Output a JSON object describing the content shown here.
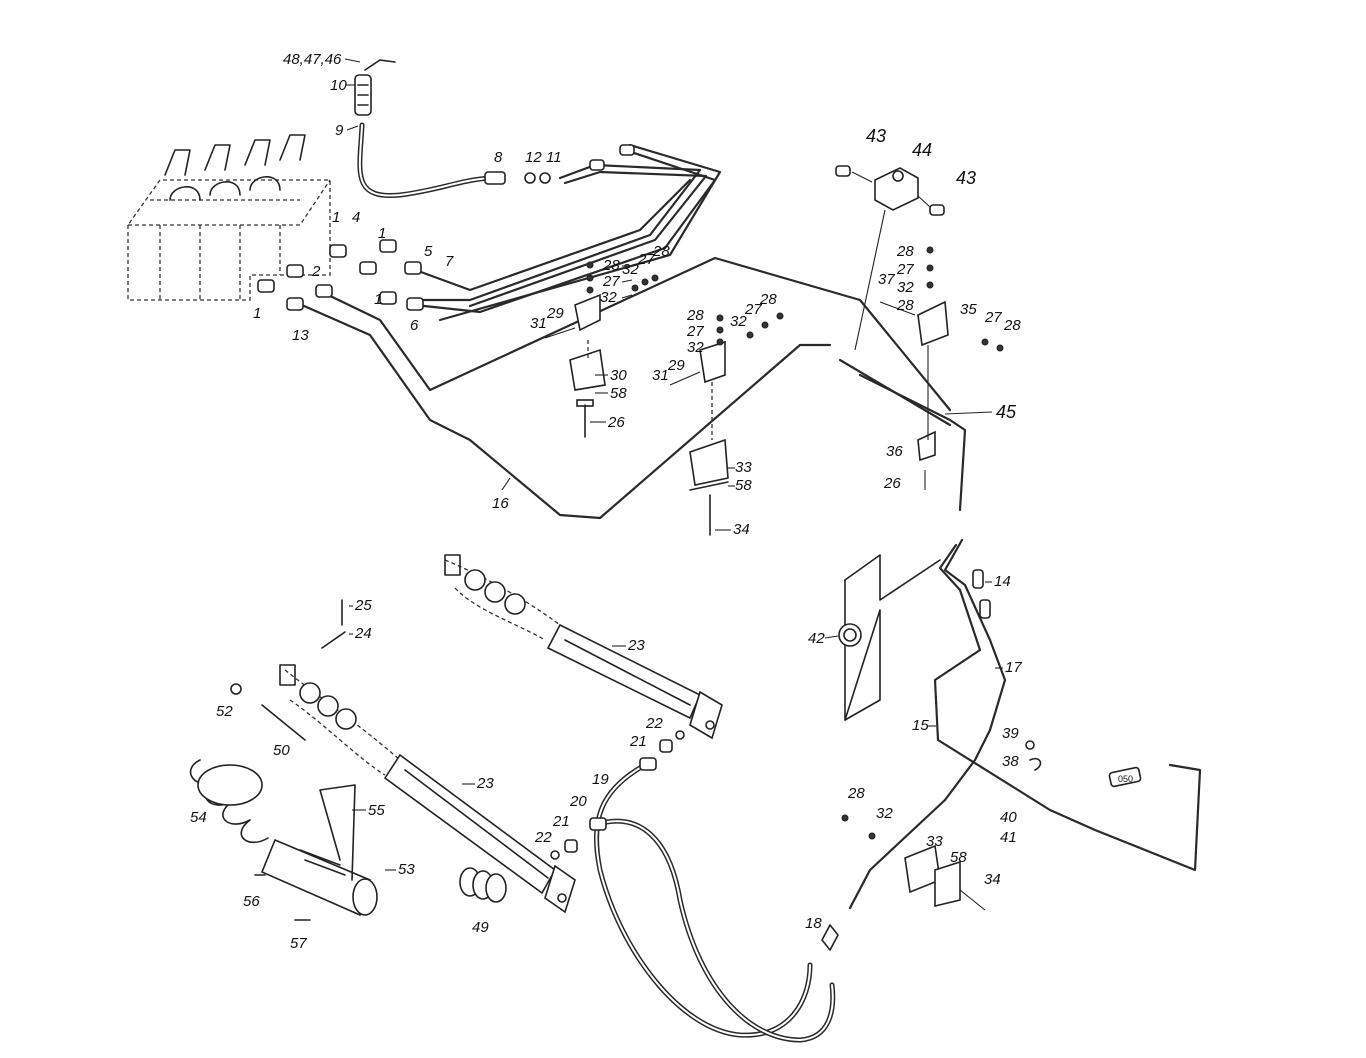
{
  "diagram": {
    "labels": {
      "l_48_47_46": "48,47,46",
      "l_10": "10",
      "l_9": "9",
      "l_8": "8",
      "l_12": "12",
      "l_11": "11",
      "l_1a": "1",
      "l_4": "4",
      "l_1b": "1",
      "l_5": "5",
      "l_7": "7",
      "l_2": "2",
      "l_1c": "1",
      "l_1d": "1",
      "l_6": "6",
      "l_13": "13",
      "l_28a": "28",
      "l_27a": "27",
      "l_32a": "32",
      "l_32b": "32",
      "l_27b": "27",
      "l_28b": "28",
      "l_29a": "29",
      "l_31a": "31",
      "l_30": "30",
      "l_58a": "58",
      "l_26a": "26",
      "l_28c": "28",
      "l_27c": "27",
      "l_32c": "32",
      "l_32d": "32",
      "l_27d": "27",
      "l_28d": "28",
      "l_29b": "29",
      "l_31b": "31",
      "l_33a": "33",
      "l_58b": "58",
      "l_34a": "34",
      "l_16": "16",
      "l_43a": "43",
      "l_44": "44",
      "l_43b": "43",
      "l_28e": "28",
      "l_27e": "27",
      "l_37": "37",
      "l_32e": "32",
      "l_28f": "28",
      "l_35": "35",
      "l_27f": "27",
      "l_28g": "28",
      "l_45": "45",
      "l_36": "36",
      "l_26b": "26",
      "l_14": "14",
      "l_42": "42",
      "l_17": "17",
      "l_15": "15",
      "l_39": "39",
      "l_38": "38",
      "l_40": "40",
      "l_41": "41",
      "l_25": "25",
      "l_24": "24",
      "l_23a": "23",
      "l_52": "52",
      "l_50": "50",
      "l_22a": "22",
      "l_21a": "21",
      "l_19": "19",
      "l_20": "20",
      "l_23b": "23",
      "l_54": "54",
      "l_55": "55",
      "l_22b": "22",
      "l_21b": "21",
      "l_53": "53",
      "l_56": "56",
      "l_49": "49",
      "l_57": "57",
      "l_28h": "28",
      "l_32f": "32",
      "l_33b": "33",
      "l_58c": "58",
      "l_34b": "34",
      "l_18": "18",
      "tag_050": "050"
    }
  }
}
